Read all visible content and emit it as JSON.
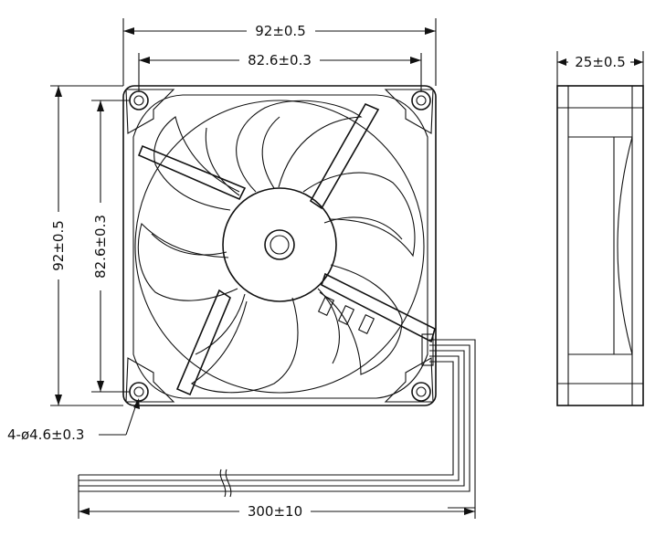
{
  "dimensions": {
    "frame_width": "92±0.5",
    "hole_spacing_width": "82.6±0.3",
    "frame_height": "92±0.5",
    "hole_spacing_height": "82.6±0.3",
    "thickness": "25±0.5",
    "mount_holes": "4-ø4.6±0.3",
    "cable_length": "300±10"
  }
}
